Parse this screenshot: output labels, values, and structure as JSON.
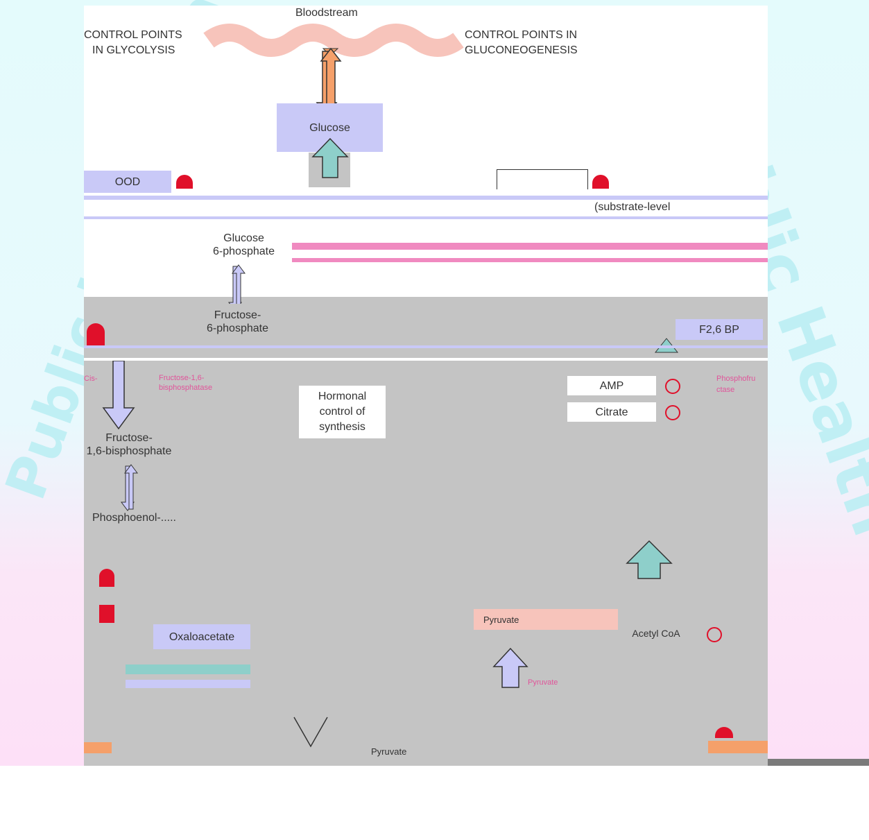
{
  "watermark": {
    "text": "Public Health Training"
  },
  "header": {
    "bloodstream": "Bloodstream",
    "left_title": [
      "CONTROL POINTS",
      "IN GLYCOLYSIS"
    ],
    "right_title": [
      "CONTROL POINTS IN",
      "GLUCONEOGENESIS"
    ]
  },
  "nodes": {
    "glucose": "Glucose",
    "g6p": [
      "Glucose",
      "6-phosphate"
    ],
    "f6p": [
      "Fructose-",
      "6-phosphate"
    ],
    "f16bp": [
      "Fructose-",
      "1,6-bisphosphate"
    ],
    "pep": "Phosphoenol-.....",
    "oxaloacetate": "Oxaloacetate",
    "pyruvate": "Pyruvate",
    "pyruvate_small": "Pyruvate",
    "pyruvate_bottom": "Pyruvate"
  },
  "regulators": {
    "top_left_box": "OOD",
    "substrate_level": "(substrate-level",
    "f26bp": "F2,6 BP",
    "amp": "AMP",
    "citrate": "Citrate",
    "hormonal": [
      "Hormonal",
      "control of",
      "synthesis"
    ],
    "acetyl_coa": "Acetyl CoA",
    "cis_label": "Cis-",
    "f16bpase": [
      "Fructose-1,6-",
      "bisphosphatase"
    ],
    "pfk": [
      "Phosphofru",
      "ctase"
    ]
  },
  "colors": {
    "lavender": "#c9c9f7",
    "teal": "#8ecfca",
    "salmon": "#f7c4bb",
    "orange": "#f5a06a",
    "pink": "#f08ac0",
    "red": "#e0102a",
    "grey": "#c4c4c4"
  }
}
